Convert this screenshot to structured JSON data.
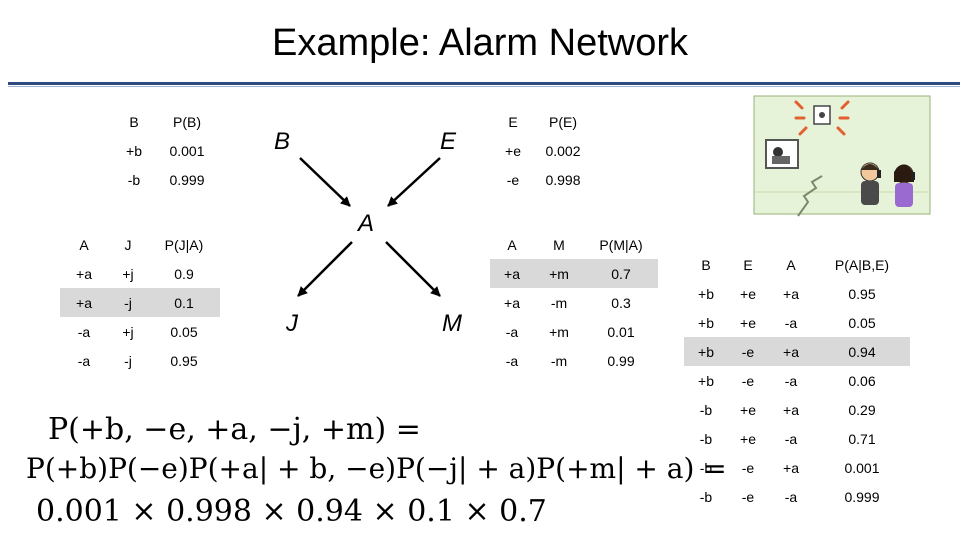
{
  "title": "Example: Alarm Network",
  "nodes": {
    "b": "B",
    "e": "E",
    "a": "A",
    "j": "J",
    "m": "M"
  },
  "cpt_b": {
    "headers": [
      "B",
      "P(B)"
    ],
    "rows": [
      [
        "+b",
        "0.001"
      ],
      [
        "-b",
        "0.999"
      ]
    ]
  },
  "cpt_e": {
    "headers": [
      "E",
      "P(E)"
    ],
    "rows": [
      [
        "+e",
        "0.002"
      ],
      [
        "-e",
        "0.998"
      ]
    ]
  },
  "cpt_j": {
    "headers": [
      "A",
      "J",
      "P(J|A)"
    ],
    "rows": [
      [
        "+a",
        "+j",
        "0.9"
      ],
      [
        "+a",
        "-j",
        "0.1"
      ],
      [
        "-a",
        "+j",
        "0.05"
      ],
      [
        "-a",
        "-j",
        "0.95"
      ]
    ]
  },
  "cpt_m": {
    "headers": [
      "A",
      "M",
      "P(M|A)"
    ],
    "rows": [
      [
        "+a",
        "+m",
        "0.7"
      ],
      [
        "+a",
        "-m",
        "0.3"
      ],
      [
        "-a",
        "+m",
        "0.01"
      ],
      [
        "-a",
        "-m",
        "0.99"
      ]
    ]
  },
  "cpt_a": {
    "headers": [
      "B",
      "E",
      "A",
      "P(A|B,E)"
    ],
    "rows": [
      [
        "+b",
        "+e",
        "+a",
        "0.95"
      ],
      [
        "+b",
        "+e",
        "-a",
        "0.05"
      ],
      [
        "+b",
        "-e",
        "+a",
        "0.94"
      ],
      [
        "+b",
        "-e",
        "-a",
        "0.06"
      ],
      [
        "-b",
        "+e",
        "+a",
        "0.29"
      ],
      [
        "-b",
        "+e",
        "-a",
        "0.71"
      ],
      [
        "-b",
        "-e",
        "+a",
        "0.001"
      ],
      [
        "-b",
        "-e",
        "-a",
        "0.999"
      ]
    ]
  },
  "highlight": {
    "cpt_j": [
      1
    ],
    "cpt_m": [
      0
    ],
    "cpt_a": [
      2
    ]
  },
  "formula": {
    "line1": "P(+b, −e, +a, −j, +m) =",
    "line2": "P(+b)P(−e)P(+a| + b, −e)P(−j| + a)P(+m| + a) =",
    "line3": "0.001 × 0.998 × 0.94 × 0.1 × 0.7"
  },
  "colors": {
    "rule": "#2e4a7e",
    "highlight": "#d9d9d9"
  }
}
